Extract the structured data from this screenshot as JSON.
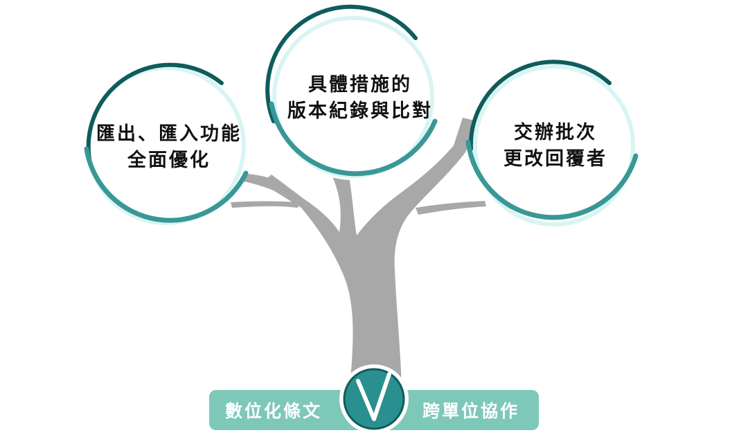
{
  "colors": {
    "trunk": "#a8a8a8",
    "ring_dark": "#0f5c5c",
    "ring_mid": "#3a9797",
    "ring_light": "#d8f5f3",
    "banner": "#7ec8ba",
    "logo_circle": "#2a8f8f",
    "logo_mark": "#ffffff",
    "text_dark": "#111111",
    "text_light": "#ffffff"
  },
  "circles": {
    "left": {
      "line1": "匯出、匯入功能",
      "line2": "全面優化"
    },
    "center": {
      "line1": "具體措施的",
      "line2": "版本紀錄與比對"
    },
    "right": {
      "line1": "交辦批次",
      "line2": "更改回覆者"
    }
  },
  "banner": {
    "left_label": "數位化條文",
    "right_label": "跨單位協作",
    "logo_icon": "v-check-logo-icon"
  }
}
